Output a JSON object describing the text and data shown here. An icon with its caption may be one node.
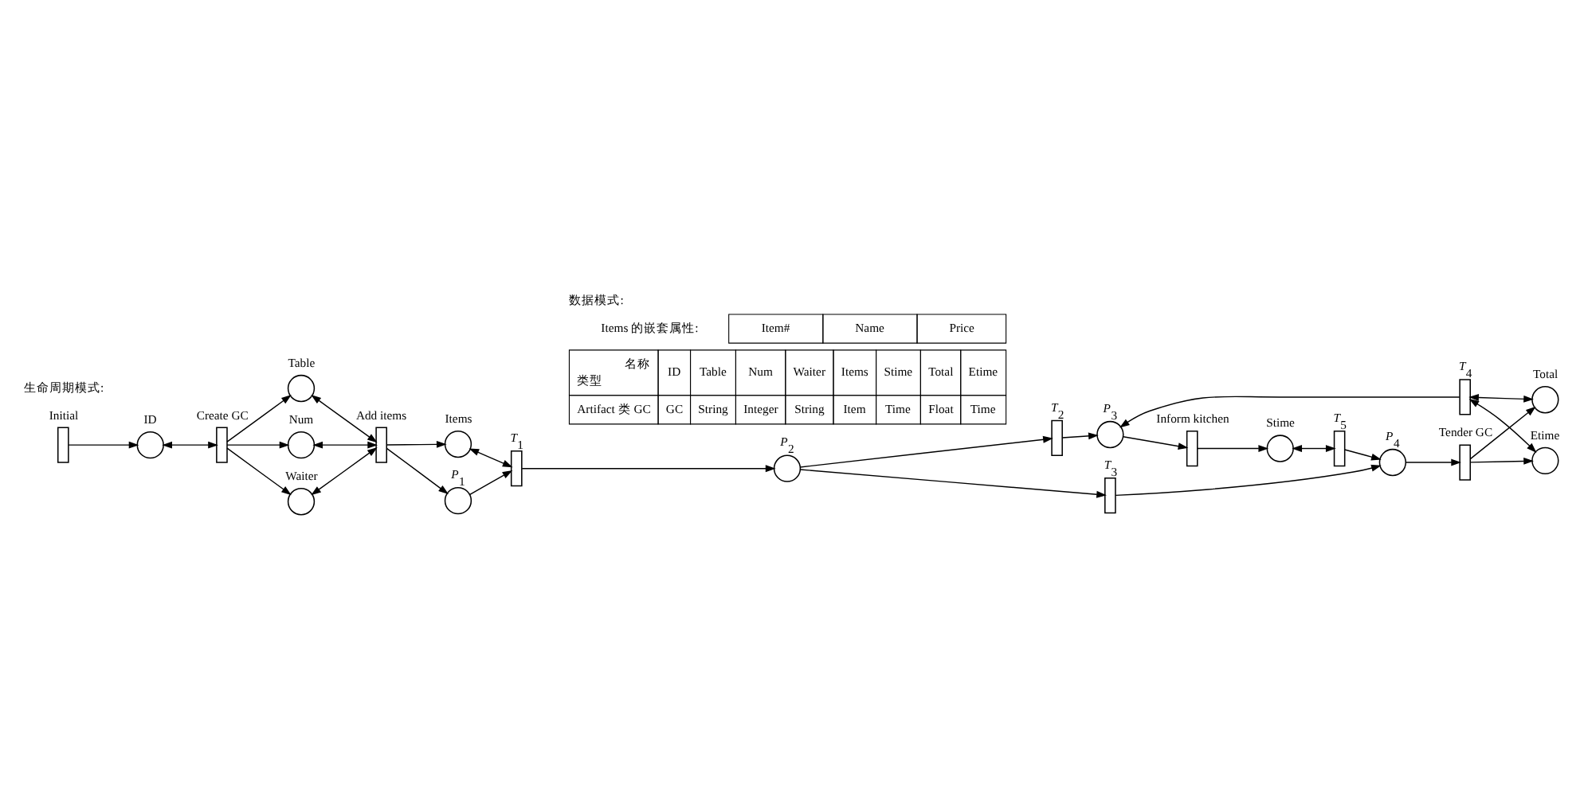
{
  "diagram": {
    "nodes": [
      {
        "text": [],
        "shape": "bar",
        "beside": [
          "Initial"
        ]
      },
      {
        "text": [],
        "shape": "circle",
        "beside": [
          "ID"
        ]
      },
      {
        "text": [],
        "shape": "bar",
        "beside": [
          "Create GC"
        ]
      },
      {
        "text": [],
        "shape": "circle",
        "beside": [
          "Table"
        ]
      },
      {
        "text": [],
        "shape": "circle",
        "beside": [
          "Num"
        ]
      },
      {
        "text": [],
        "shape": "circle",
        "beside": [
          "Waiter"
        ]
      },
      {
        "text": [],
        "shape": "bar",
        "beside": [
          "Add items"
        ]
      },
      {
        "text": [],
        "shape": "circle",
        "beside": [
          "Items"
        ]
      },
      {
        "text": [],
        "shape": "circle",
        "beside": [
          "*P*$_{1}$"
        ]
      },
      {
        "text": [],
        "shape": "bar",
        "beside": [
          "*T*$_{1}$"
        ]
      },
      {
        "text": [],
        "shape": "circle",
        "beside": [
          "*P*$_{2}$"
        ]
      },
      {
        "text": [],
        "shape": "bar",
        "beside": [
          "*T*$_{2}$"
        ]
      },
      {
        "text": [],
        "shape": "circle",
        "beside": [
          "*P*$_{3}$"
        ]
      },
      {
        "text": [],
        "shape": "bar",
        "beside": [
          "Inform kitchen"
        ]
      },
      {
        "text": [],
        "shape": "circle",
        "beside": [
          "Stime"
        ]
      },
      {
        "text": [],
        "shape": "bar",
        "beside": [
          "*T*$_{5}$"
        ]
      },
      {
        "text": [],
        "shape": "bar",
        "beside": [
          "*T*$_{3}$"
        ]
      },
      {
        "text": [],
        "shape": "circle",
        "beside": [
          "*P*$_{4}$"
        ]
      },
      {
        "text": [],
        "shape": "bar",
        "beside": [
          "*T*$_{4}$"
        ]
      },
      {
        "text": [],
        "shape": "bar",
        "beside": [
          "Tender GC"
        ]
      },
      {
        "text": [],
        "shape": "circle",
        "beside": [
          "Total"
        ]
      },
      {
        "text": [],
        "shape": "circle",
        "beside": [
          "Etime"
        ]
      }
    ],
    "edges": [
      {
        "from": 0,
        "to": 1,
        "arrow": "to"
      },
      {
        "from": 1,
        "to": 2,
        "arrow": "both"
      },
      {
        "from": 2,
        "to": 3,
        "arrow": "to"
      },
      {
        "from": 2,
        "to": 4,
        "arrow": "to"
      },
      {
        "from": 2,
        "to": 5,
        "arrow": "to"
      },
      {
        "from": 6,
        "to": 3,
        "arrow": "both"
      },
      {
        "from": 6,
        "to": 4,
        "arrow": "both"
      },
      {
        "from": 6,
        "to": 5,
        "arrow": "both"
      },
      {
        "from": 6,
        "to": 7,
        "arrow": "to"
      },
      {
        "from": 6,
        "to": 8,
        "arrow": "to"
      },
      {
        "from": 7,
        "to": 9,
        "arrow": "both"
      },
      {
        "from": 8,
        "to": 9,
        "arrow": "to"
      },
      {
        "from": 9,
        "to": 10,
        "arrow": "to"
      },
      {
        "from": 10,
        "to": 11,
        "arrow": "to"
      },
      {
        "from": 10,
        "to": 16,
        "arrow": "to"
      },
      {
        "from": 11,
        "to": 12,
        "arrow": "to"
      },
      {
        "from": 12,
        "to": 13,
        "arrow": "to"
      },
      {
        "from": 13,
        "to": 14,
        "arrow": "to"
      },
      {
        "from": 14,
        "to": 15,
        "arrow": "both"
      },
      {
        "from": 15,
        "to": 17,
        "arrow": "to"
      },
      {
        "from": 16,
        "to": 17,
        "arrow": "to"
      },
      {
        "from": 18,
        "to": 12,
        "arrow": "to"
      },
      {
        "from": 18,
        "to": 20,
        "arrow": "both"
      },
      {
        "from": 18,
        "to": 21,
        "arrow": "both"
      },
      {
        "from": 17,
        "to": 19,
        "arrow": "to"
      },
      {
        "from": 19,
        "to": 20,
        "arrow": "to"
      },
      {
        "from": 19,
        "to": 21,
        "arrow": "to"
      }
    ],
    "labels": [
      "生命周期模式:",
      "数据模式:",
      "Items 的嵌套属性:",
      "Item#",
      "Name",
      "Price",
      "名称",
      "类型",
      "ID",
      "Table",
      "Num",
      "Waiter",
      "Items",
      "Stime",
      "Total",
      "Etime",
      "Artifact 类 GC",
      "GC",
      "String",
      "Integer",
      "String",
      "Item",
      "Time",
      "Float",
      "Time"
    ]
  }
}
